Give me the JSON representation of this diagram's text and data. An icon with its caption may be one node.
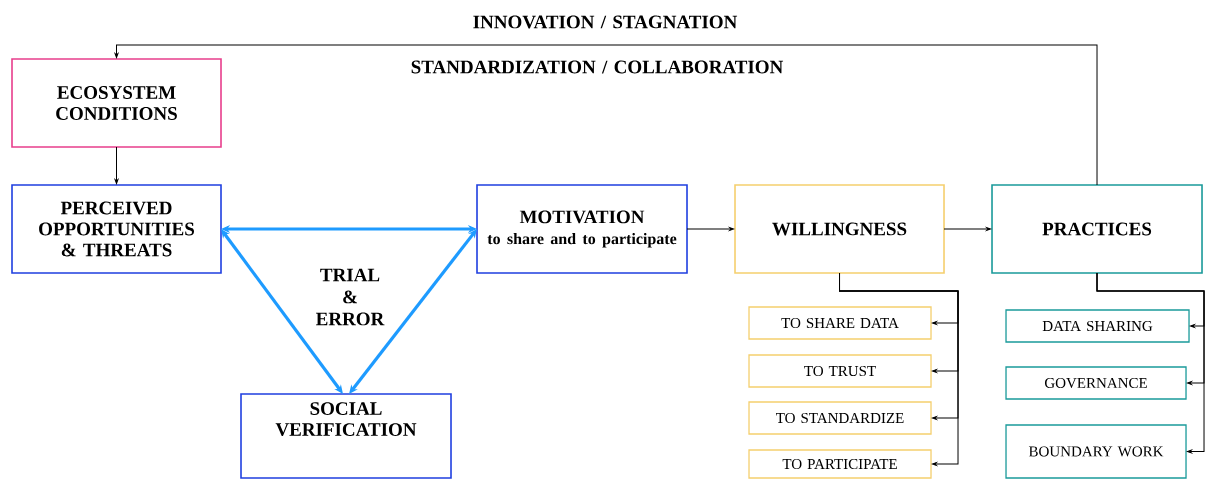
{
  "diagram": {
    "nodes": [
      {
        "text": [
          "ECOSYSTEM CONDITIONS"
        ]
      },
      {
        "text": [
          "PERCEIVED OPPORTUNITIES & THREATS"
        ]
      },
      {
        "text": [
          "MOTIVATION",
          "to share and to participate"
        ]
      },
      {
        "text": [
          "SOCIAL VERIFICATION"
        ]
      },
      {
        "text": [
          "WILLINGNESS"
        ]
      },
      {
        "text": [
          "PRACTICES"
        ]
      },
      {
        "text": [
          "TO SHARE DATA"
        ]
      },
      {
        "text": [
          "TO TRUST"
        ]
      },
      {
        "text": [
          "TO STANDARDIZE"
        ]
      },
      {
        "text": [
          "TO PARTICIPATE"
        ]
      },
      {
        "text": [
          "DATA SHARING"
        ]
      },
      {
        "text": [
          "GOVERNANCE"
        ]
      },
      {
        "text": [
          "BOUNDARY WORK"
        ]
      }
    ],
    "edges": [
      {
        "from": 5,
        "to": 0,
        "arrow": "to"
      },
      {
        "from": 0,
        "to": 1,
        "arrow": "to"
      },
      {
        "from": 1,
        "to": 2,
        "arrow": "both",
        "style": "thick",
        "color": "#1e9bff"
      },
      {
        "from": 1,
        "to": 3,
        "arrow": "both",
        "style": "thick",
        "color": "#1e9bff"
      },
      {
        "from": 2,
        "to": 3,
        "arrow": "both",
        "style": "thick",
        "color": "#1e9bff"
      },
      {
        "from": 2,
        "to": 4,
        "arrow": "to"
      },
      {
        "from": 4,
        "to": 5,
        "arrow": "to"
      },
      {
        "from": 4,
        "to": 6,
        "arrow": "to"
      },
      {
        "from": 4,
        "to": 7,
        "arrow": "to"
      },
      {
        "from": 4,
        "to": 8,
        "arrow": "to"
      },
      {
        "from": 4,
        "to": 9,
        "arrow": "to"
      },
      {
        "from": 5,
        "to": 10,
        "arrow": "to"
      },
      {
        "from": 5,
        "to": 11,
        "arrow": "to"
      },
      {
        "from": 5,
        "to": 12,
        "arrow": "to"
      }
    ],
    "labels": [
      "INNOVATION / STAGNATION",
      "STANDARDIZATION / COLLABORATION",
      "TRIAL & ERROR"
    ]
  }
}
